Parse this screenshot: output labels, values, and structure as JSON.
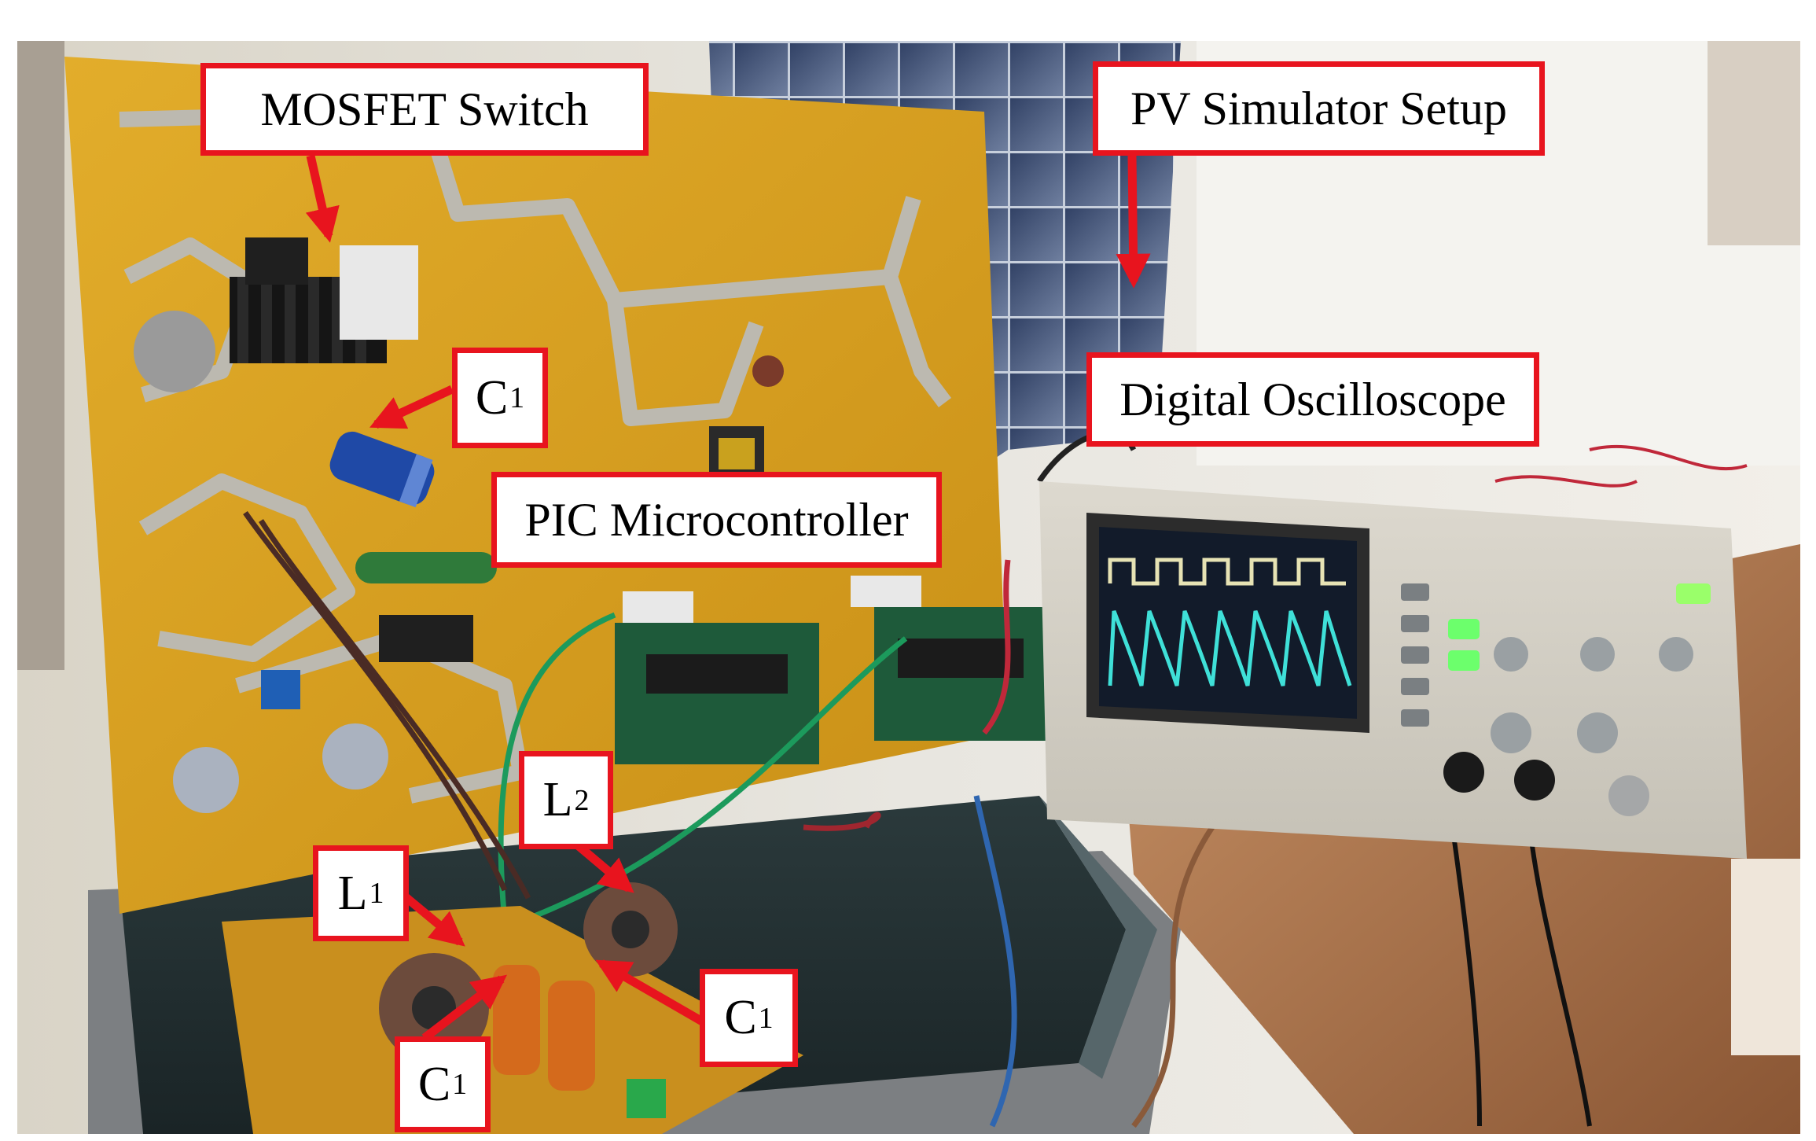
{
  "colors": {
    "label_border": "#e8141e",
    "arrow": "#e8141e",
    "pcb": "#d9a625",
    "screen_wave_upper": "#e7e3b4",
    "screen_wave_lower": "#3fe0d8"
  },
  "labels": {
    "mosfet_switch": "MOSFET Switch",
    "pv_simulator_setup": "PV Simulator Setup",
    "digital_oscilloscope": "Digital Oscilloscope",
    "pic_microcontroller": "PIC Microcontroller",
    "c1_top": {
      "base": "C",
      "sub": "1"
    },
    "l2": {
      "base": "L",
      "sub": "2"
    },
    "l1": {
      "base": "L",
      "sub": "1"
    },
    "c1_right": {
      "base": "C",
      "sub": "1"
    },
    "c1_bottom": {
      "base": "C",
      "sub": "1"
    }
  }
}
